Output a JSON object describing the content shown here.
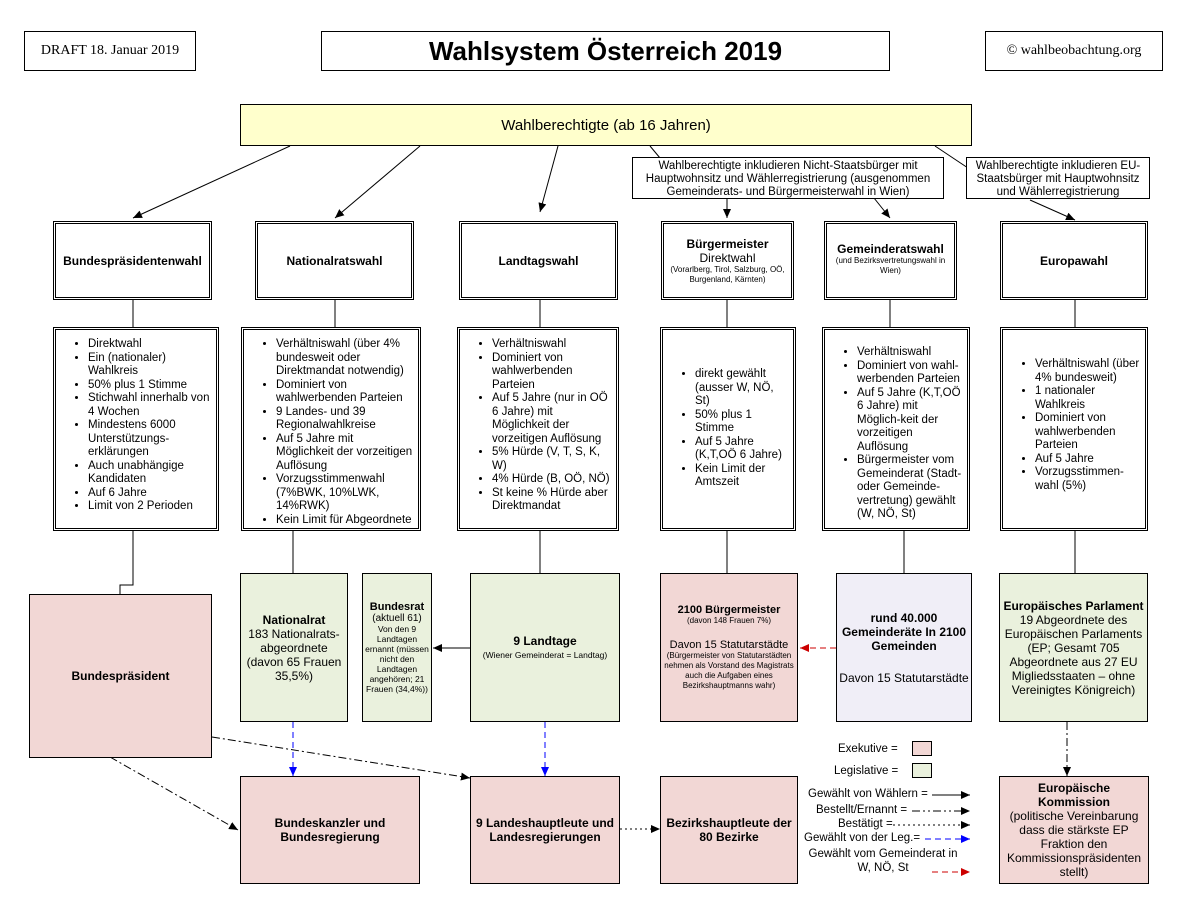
{
  "header": {
    "draft": "DRAFT 18. Januar 2019",
    "title": "Wahlsystem Österreich 2019",
    "copyright": "© wahlbeobachtung.org"
  },
  "voters": "Wahlberechtigte (ab 16 Jahren)",
  "notes": {
    "nonCitizens": "Wahlberechtigte inkludieren Nicht-Staatsbürger mit Hauptwohnsitz und Wählerregistrierung (ausgenommen Gemeinderats- und Bürgermeisterwahl in Wien)",
    "euCitizens": "Wahlberechtigte inkludieren EU-Staatsbürger mit Hauptwohnsitz und Wählerregistrierung"
  },
  "elections": {
    "bp": "Bundespräsidentenwahl",
    "nr": "Nationalratswahl",
    "lt": "Landtagswahl",
    "bm_title": "Bürgermeister",
    "bm_mid": "Direktwahl",
    "bm_sub": "(Vorarlberg, Tirol, Salzburg, OÖ, Burgenland, Kärnten)",
    "gr_title": "Gemeinderatswahl",
    "gr_sub": "(und Bezirksvertretungswahl in Wien)",
    "eu": "Europawahl"
  },
  "details": {
    "bp": [
      "Direktwahl",
      "Ein (nationaler) Wahlkreis",
      "50% plus 1 Stimme",
      "Stichwahl innerhalb von 4 Wochen",
      "Mindestens 6000 Unterstützungs-erklärungen",
      "Auch unabhängige Kandidaten",
      "Auf 6 Jahre",
      "Limit von 2 Perioden"
    ],
    "nr": [
      "Verhältniswahl (über 4% bundesweit oder Direktmandat notwendig)",
      "Dominiert von wahlwerbenden Parteien",
      "9 Landes- und 39 Regionalwahlkreise",
      "Auf 5 Jahre mit Möglichkeit der vorzeitigen Auflösung",
      "Vorzugsstimmenwahl (7%BWK, 10%LWK, 14%RWK)",
      "Kein Limit für Abgeordnete"
    ],
    "lt": [
      "Verhältniswahl",
      "Dominiert von wahlwerbenden Parteien",
      "Auf 5 Jahre (nur in OÖ 6 Jahre) mit Möglichkeit der vorzeitigen Auflösung",
      "5% Hürde (V, T, S, K, W)",
      "4% Hürde (B, OÖ, NÖ)",
      "St keine % Hürde aber Direktmandat"
    ],
    "bm": [
      "direkt gewählt (ausser W, NÖ, St)",
      "50% plus 1 Stimme",
      "Auf 5 Jahre (K,T,OÖ 6 Jahre)",
      "Kein Limit der Amtszeit"
    ],
    "gr": [
      "Verhältniswahl",
      "Dominiert von wahl-werbenden Parteien",
      "Auf 5 Jahre (K,T,OÖ 6 Jahre) mit Möglich-keit der vorzeitigen Auflösung",
      "Bürgermeister vom Gemeinderat (Stadt- oder Gemeinde-vertretung) gewählt (W, NÖ, St)"
    ],
    "eu": [
      "Verhältniswahl (über 4% bundesweit)",
      "1 nationaler Wahlkreis",
      "Dominiert von wahlwerbenden Parteien",
      "Auf 5 Jahre",
      "Vorzugsstimmen-wahl (5%)"
    ]
  },
  "bodies": {
    "bp": "Bundespräsident",
    "nr_title": "Nationalrat",
    "nr_text": "183 Nationalrats-abgeordnete (davon 65 Frauen 35,5%)",
    "br_title": "Bundesrat",
    "br_sub": "(aktuell 61)",
    "br_text": "Von den 9 Landtagen ernannt (müssen nicht den Landtagen angehören; 21 Frauen (34,4%))",
    "lt_title": "9 Landtage",
    "lt_sub": "(Wiener Gemeinderat = Landtag)",
    "bm_title": "2100 Bürgermeister",
    "bm_sub": "(davon 148 Frauen 7%)",
    "bm_mid": "Davon 15 Statutarstädte",
    "bm_small": "(Bürgermeister von Statutarstädten nehmen als Vorstand des Magistrats auch die Aufgaben eines Bezirkshauptmanns wahr)",
    "gr_title": "rund 40.000 Gemeinderäte In 2100 Gemeinden",
    "gr_text": "Davon 15 Statutarstädte",
    "ep_title": "Europäisches Parlament",
    "ep_text": "19 Abgeordnete des Europäischen Parlaments (EP; Gesamt 705 Abgeordnete aus 27 EU Miglieds­staaten – ohne Vereinigtes Königreich)",
    "bk": "Bundeskanzler und Bundesregierung",
    "lh": "9 Landeshauptleute und Landesregierungen",
    "bh": "Bezirkshauptleute der 80 Bezirke",
    "ek_title": "Europäische Kommission",
    "ek_text": "(politische Vereinbarung dass die stärkste EP Fraktion den Kommissionspräsidenten stellt)"
  },
  "legend": {
    "exec": "Exekutive =",
    "leg": "Legislative =",
    "voters": "Gewählt von Wählern =",
    "appointed": "Bestellt/Ernannt =",
    "confirmed": "Bestätigt =",
    "byLeg": "Gewählt von der Leg.=",
    "byCouncil": "Gewählt vom Gemeinderat in W, NÖ, St"
  },
  "colors": {
    "executive": "#f2d7d5",
    "legislative": "#eaf1dd",
    "voters": "#ffffcc",
    "blue": "#0000ff",
    "red": "#cc0000"
  }
}
